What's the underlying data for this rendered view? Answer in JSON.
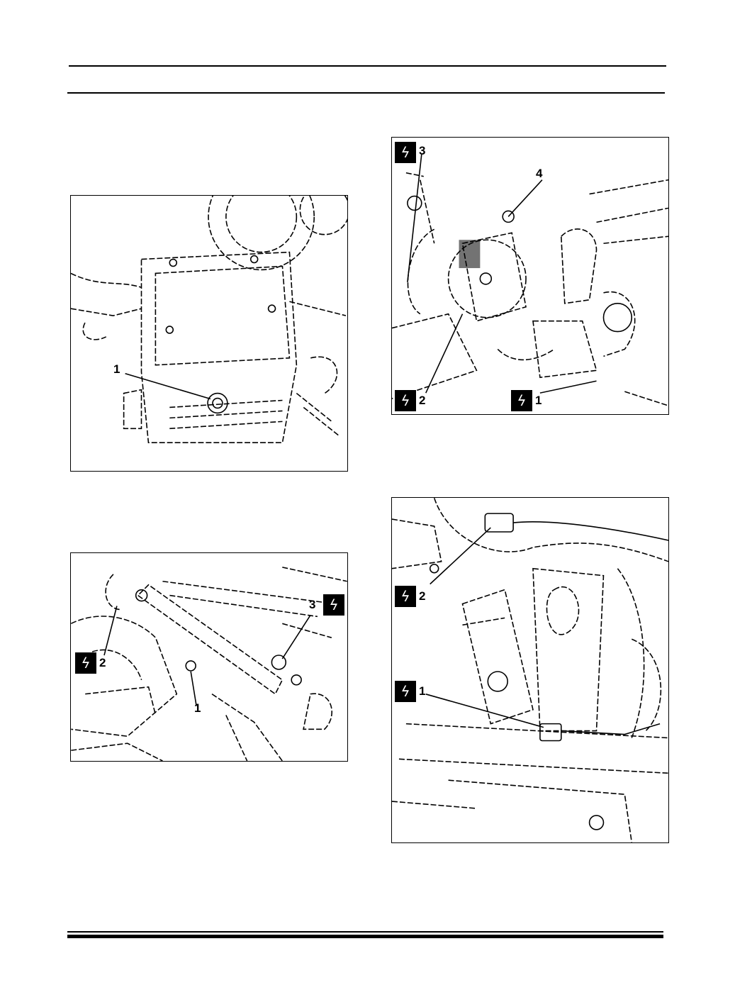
{
  "figures": [
    {
      "id": "fig-oil-sump",
      "callouts": [
        "1"
      ],
      "warning_icons": []
    },
    {
      "id": "fig-pump",
      "callouts": [
        "3",
        "4",
        "2",
        "1"
      ],
      "warning_icons": [
        "electrical-warning-icon",
        "electrical-warning-icon",
        "electrical-warning-icon"
      ]
    },
    {
      "id": "fig-injector-rail",
      "callouts": [
        "2",
        "3",
        "1"
      ],
      "warning_icons": [
        "electrical-warning-icon",
        "electrical-warning-icon"
      ]
    },
    {
      "id": "fig-sensor-harness",
      "callouts": [
        "2",
        "1"
      ],
      "warning_icons": [
        "electrical-warning-icon",
        "electrical-warning-icon"
      ]
    }
  ],
  "icon_glyph": "ϟ",
  "colors": {
    "ink": "#000000",
    "paper": "#ffffff"
  }
}
